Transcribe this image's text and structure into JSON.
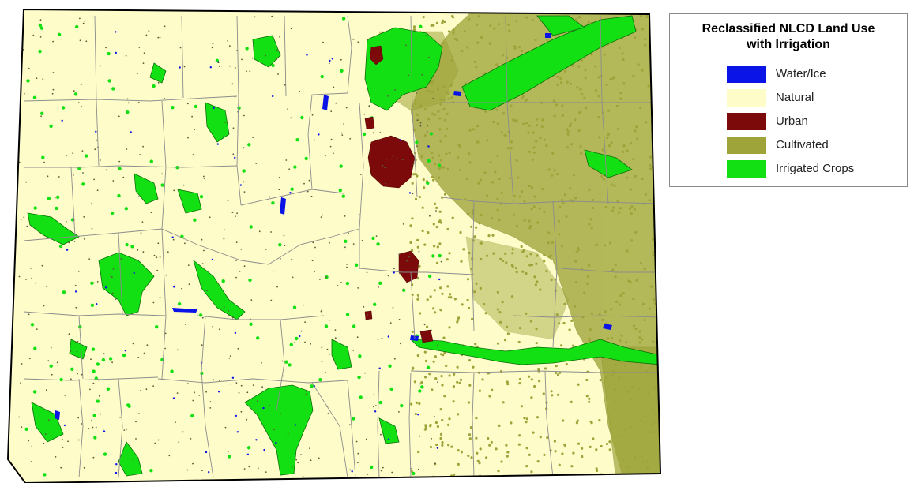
{
  "legend": {
    "title_line1": "Reclassified NLCD Land Use",
    "title_line2": "with Irrigation",
    "items": [
      {
        "label": "Water/Ice",
        "color": "#0a14e6"
      },
      {
        "label": "Natural",
        "color": "#fefcc8"
      },
      {
        "label": "Urban",
        "color": "#7d0a0a"
      },
      {
        "label": "Cultivated",
        "color": "#9ea43a"
      },
      {
        "label": "Irrigated Crops",
        "color": "#13e013"
      }
    ]
  },
  "colors": {
    "natural": "#fefcc8",
    "cultivated": "#9ea43a",
    "irrigated": "#13e013",
    "urban": "#7d0a0a",
    "water": "#0a14e6",
    "county_boundary": "#8c8c8c",
    "state_boundary": "#000000"
  }
}
